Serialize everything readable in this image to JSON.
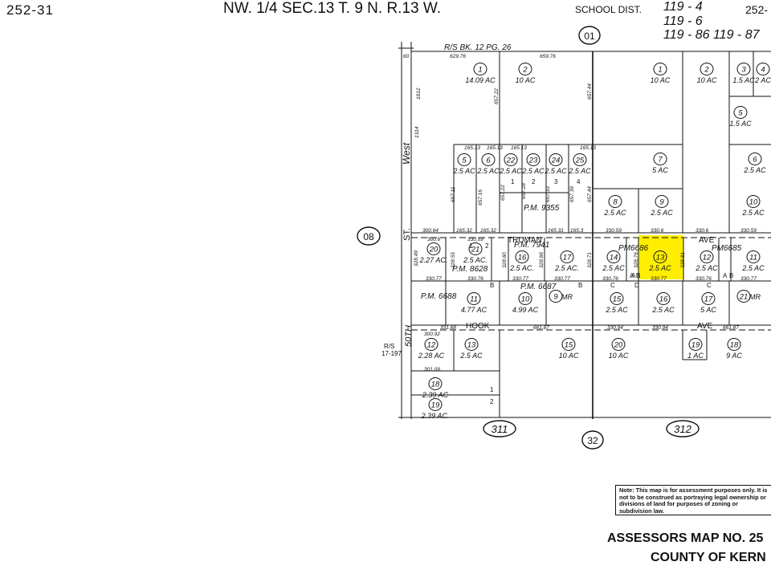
{
  "header": {
    "map_number_left": "252-31",
    "location": "NW. 1/4  SEC.13  T. 9 N. R.13 W.",
    "school_dist_label": "SCHOOL  DIST.",
    "school_dist_codes": [
      "119 - 4",
      "119 - 6",
      "119 - 86  119 - 87"
    ],
    "map_number_right": "252-"
  },
  "book_ref": "R/S  BK. 12  PG. 26",
  "adjacent_map_pages": [
    "01",
    "08",
    "32",
    "311",
    "312"
  ],
  "street_labels": {
    "west_st": "West",
    "west_st_suffix": "ST.",
    "fiftieth_st": "50TH",
    "truman": "TRUMAN",
    "ave": "AVE",
    "hook": "HOOK",
    "hook_ave": "AVE",
    "rs_ref": [
      "R/S",
      "17-197"
    ]
  },
  "parcel_maps": [
    "PM6686",
    "PM6685",
    "P.M. 9355",
    "P.M. 8628",
    "P.M. 7941",
    "P.M. 6688",
    "P.M. 6687"
  ],
  "parcels": [
    {
      "num": "1",
      "area": "14.09 AC"
    },
    {
      "num": "2",
      "area": "10 AC"
    },
    {
      "num": "1",
      "area": "10 AC"
    },
    {
      "num": "2",
      "area": "10 AC"
    },
    {
      "num": "3",
      "area": "1.5 AC"
    },
    {
      "num": "4",
      "area": "2 AC"
    },
    {
      "num": "5",
      "area": "1.5 AC"
    },
    {
      "num": "6",
      "area": "2.5 AC"
    },
    {
      "num": "5",
      "area": "2.5 AC"
    },
    {
      "num": "22",
      "area": "2.5 AC"
    },
    {
      "num": "23",
      "area": "2.5 AC"
    },
    {
      "num": "24",
      "area": "2.5 AC"
    },
    {
      "num": "25",
      "area": "2.5 AC"
    },
    {
      "num": "7",
      "area": "5 AC"
    },
    {
      "num": "6",
      "area": "2.5 AC"
    },
    {
      "num": "8",
      "area": "2.5 AC"
    },
    {
      "num": "9",
      "area": "2.5 AC"
    },
    {
      "num": "10",
      "area": "2.5 AC"
    },
    {
      "num": "20",
      "area": "2.27 AC."
    },
    {
      "num": "21",
      "area": "2.5 AC."
    },
    {
      "num": "16",
      "area": "2.5 AC."
    },
    {
      "num": "17",
      "area": "2.5 AC."
    },
    {
      "num": "14",
      "area": "2.5 AC"
    },
    {
      "num": "13",
      "area": "2.5 AC",
      "highlighted": true
    },
    {
      "num": "12",
      "area": "2.5 AC"
    },
    {
      "num": "11",
      "area": "2.5 AC"
    },
    {
      "num": "11",
      "area": "4.77 AC"
    },
    {
      "num": "10",
      "area": "4.99 AC"
    },
    {
      "num": "9",
      "area": "MR"
    },
    {
      "num": "15",
      "area": "2.5 AC"
    },
    {
      "num": "16",
      "area": "2.5 AC"
    },
    {
      "num": "17",
      "area": "5 AC"
    },
    {
      "num": "21",
      "area": "MR"
    },
    {
      "num": "12",
      "area": "2.28 AC"
    },
    {
      "num": "13",
      "area": "2.5 AC"
    },
    {
      "num": "15",
      "area": "10 AC"
    },
    {
      "num": "20",
      "area": "10 AC"
    },
    {
      "num": "19",
      "area": "1 AC"
    },
    {
      "num": "18",
      "area": "9 AC"
    },
    {
      "num": "18",
      "area": "2.39 AC"
    },
    {
      "num": "19",
      "area": "2.39 AC."
    }
  ],
  "dimensions": [
    "629.76",
    "659.76",
    "657.22",
    "657.44",
    "165.13",
    "165.13",
    "165.13",
    "165.13",
    "657.11",
    "657.16",
    "657.22",
    "657.28",
    "657.33",
    "657.39",
    "657.44",
    "300.64",
    "300.6",
    "165.32",
    "330.59",
    "165.32",
    "165.31",
    "165.3",
    "330.59",
    "330.6",
    "330.6",
    "330.59",
    "330.77",
    "330.76",
    "330.77",
    "330.77",
    "330.76",
    "330.77",
    "330.76",
    "330.77",
    "328.71",
    "328.76",
    "328.81",
    "328.66",
    "328.60",
    "328.55",
    "328.49",
    "331.68",
    "661.87",
    "330.94",
    "330.94",
    "661.87",
    "300.92",
    "301.09",
    "1314",
    "1812",
    "60"
  ],
  "lot_letters": [
    "A",
    "B",
    "A",
    "B",
    "A",
    "B",
    "B",
    "B",
    "C",
    "D",
    "C",
    "1",
    "2",
    "1",
    "2",
    "3",
    "4",
    "1",
    "2"
  ],
  "highlight_color": "#ffee00",
  "note": "Note: This map is for assessment purposes only. It is not to be construed as portraying legal ownership or divisions of land for purposes of zoning or subdivision law.",
  "footer": {
    "title": "ASSESSORS MAP NO. 25",
    "county": "COUNTY OF KERN"
  }
}
